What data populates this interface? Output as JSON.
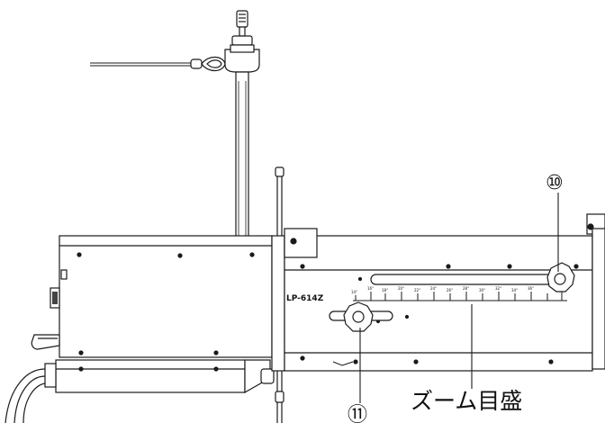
{
  "callouts": [
    {
      "id": "10",
      "text": "⑩"
    },
    {
      "id": "11",
      "text": "⑪"
    }
  ],
  "model_label": "LP-614Z",
  "zoom_scale_label": "ズーム目盛",
  "scale_ticks": [
    "14°",
    "16°",
    "18°",
    "20°",
    "22°",
    "24°",
    "26°",
    "28°",
    "30°",
    "32°",
    "34°",
    "36°"
  ],
  "colors": {
    "line": "#1a1a1a",
    "fill": "#ffffff",
    "dark": "#222222"
  }
}
